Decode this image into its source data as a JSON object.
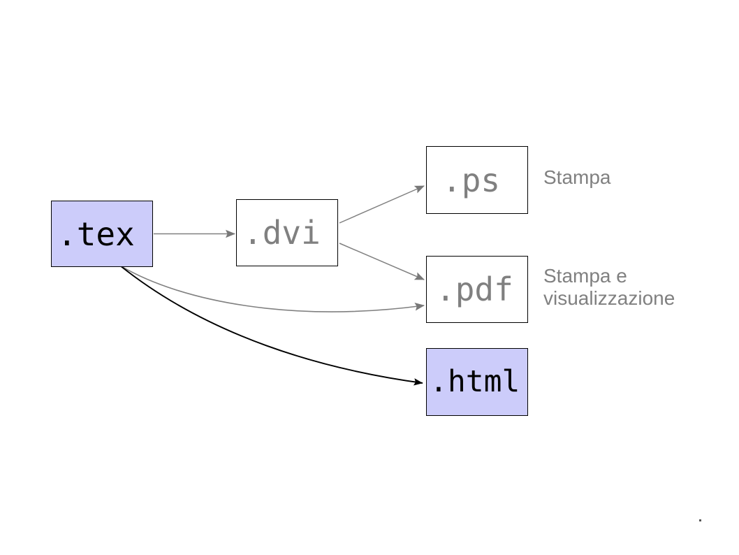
{
  "diagram": {
    "title": "LaTeX output formats flow",
    "background": "#ffffff",
    "accent_fill": "#ccccfa",
    "gray": "#808080",
    "black": "#000000",
    "nodes": [
      {
        "id": "tex",
        "label": ".tex",
        "fill": "#ccccfa",
        "text_color": "#000000"
      },
      {
        "id": "dvi",
        "label": ".dvi",
        "fill": "#ffffff",
        "text_color": "#808080"
      },
      {
        "id": "ps",
        "label": ".ps",
        "fill": "#ffffff",
        "text_color": "#808080"
      },
      {
        "id": "pdf",
        "label": ".pdf",
        "fill": "#ffffff",
        "text_color": "#808080"
      },
      {
        "id": "html",
        "label": ".html",
        "fill": "#ccccfa",
        "text_color": "#000000"
      }
    ],
    "annotations": [
      {
        "id": "ps-note",
        "text": "Stampa",
        "color": "#808080"
      },
      {
        "id": "pdf-note",
        "text": "Stampa e\nvisualizzazione",
        "color": "#808080"
      }
    ],
    "edges": [
      {
        "id": "tex-to-dvi",
        "from": "tex",
        "to": "dvi",
        "color": "#808080",
        "style": "straight"
      },
      {
        "id": "dvi-to-ps",
        "from": "dvi",
        "to": "ps",
        "color": "#808080",
        "style": "straight"
      },
      {
        "id": "dvi-to-pdf",
        "from": "dvi",
        "to": "pdf",
        "color": "#808080",
        "style": "straight"
      },
      {
        "id": "tex-to-pdf",
        "from": "tex",
        "to": "pdf",
        "color": "#808080",
        "style": "curved"
      },
      {
        "id": "tex-to-html",
        "from": "tex",
        "to": "html",
        "color": "#000000",
        "style": "curved"
      }
    ]
  }
}
